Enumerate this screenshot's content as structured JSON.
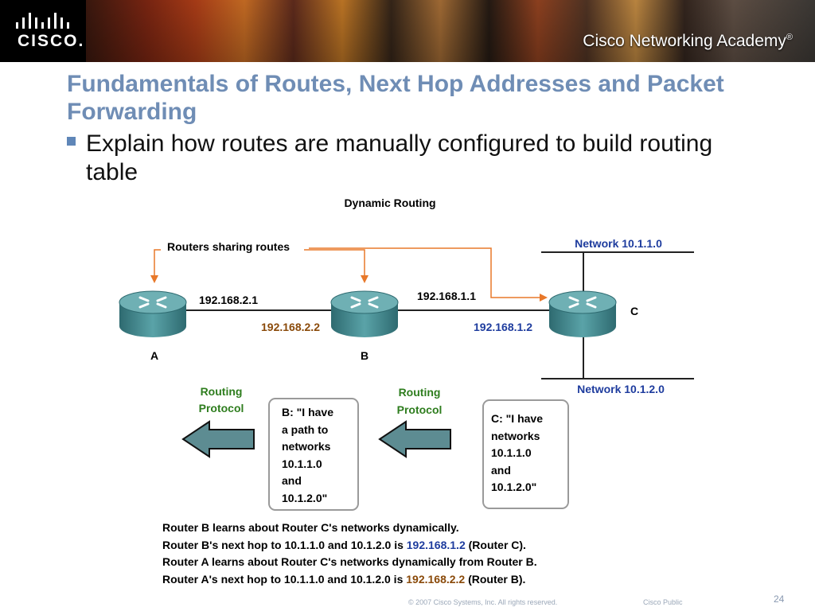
{
  "header": {
    "logo_text": "CISCO.",
    "academy": "Cisco Networking Academy",
    "academy_mark": "®"
  },
  "slide": {
    "title": "Fundamentals of Routes, Next Hop Addresses and Packet Forwarding",
    "bullet": "Explain how routes are manually configured to build routing table"
  },
  "diagram": {
    "title": "Dynamic Routing",
    "sharing_label": "Routers sharing routes",
    "routers": {
      "a": "A",
      "b": "B",
      "c": "C"
    },
    "ips": {
      "a_interface": "192.168.2.1",
      "b_left_interface": "192.168.2.2",
      "b_right_interface": "192.168.1.1",
      "c_interface": "192.168.1.2"
    },
    "networks": {
      "top": "Network 10.1.1.0",
      "bottom": "Network 10.1.2.0"
    },
    "routing_protocol_left": [
      "Routing",
      "Protocol"
    ],
    "routing_protocol_right": [
      "Routing",
      "Protocol"
    ],
    "msg_b": [
      "B: \"I have",
      "a path to",
      "networks",
      "10.1.1.0",
      "and",
      "10.1.2.0\""
    ],
    "msg_c": [
      "C: \"I have",
      "networks",
      "10.1.1.0",
      "and",
      "10.1.2.0\""
    ],
    "colors": {
      "orange_arrow": "#e8782a",
      "network_blue": "#1e3c9e",
      "protocol_green": "#2e7d1e",
      "ip_brown": "#8a4a0a",
      "router_teal": "#4a8e94"
    }
  },
  "caption": {
    "line1": "Router B learns about Router C's networks dynamically.",
    "line2_pre": "Router B's next hop to 10.1.1.0 and 10.1.2.0 is ",
    "line2_ip": "192.168.1.2",
    "line2_post": " (Router C).",
    "line3": "Router A learns about Router C's networks dynamically from Router B.",
    "line4_pre": "Router A's next hop to 10.1.1.0 and 10.1.2.0 is ",
    "line4_ip": "192.168.2.2",
    "line4_post": " (Router B)."
  },
  "footer": {
    "copyright": "© 2007 Cisco Systems, Inc. All rights reserved.",
    "classification": "Cisco Public",
    "page": "24"
  }
}
